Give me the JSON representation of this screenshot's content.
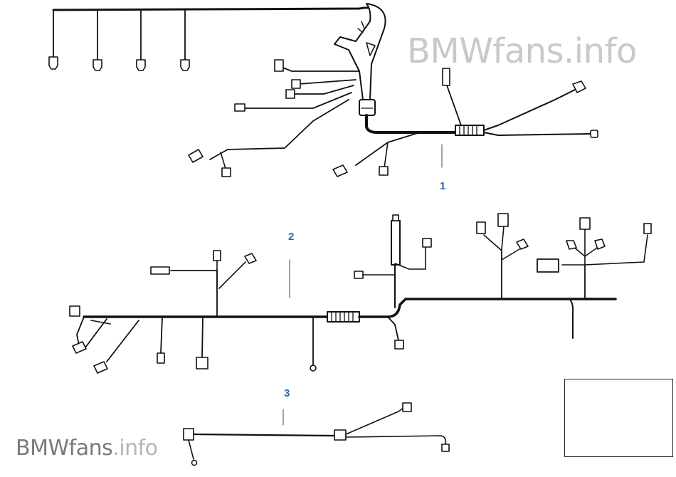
{
  "callouts": {
    "part1": "1",
    "part2": "2",
    "part3": "3"
  },
  "watermark": {
    "top_brand": "BMWfans.info",
    "bottom_main": "BMWfans",
    "bottom_suffix": ".info"
  },
  "locator": {
    "icon": "car-top-view-icon",
    "marker_color": "#000000"
  },
  "colors": {
    "line": "#111111",
    "callout": "#2f66a8",
    "watermark": "#c9c9c9"
  }
}
